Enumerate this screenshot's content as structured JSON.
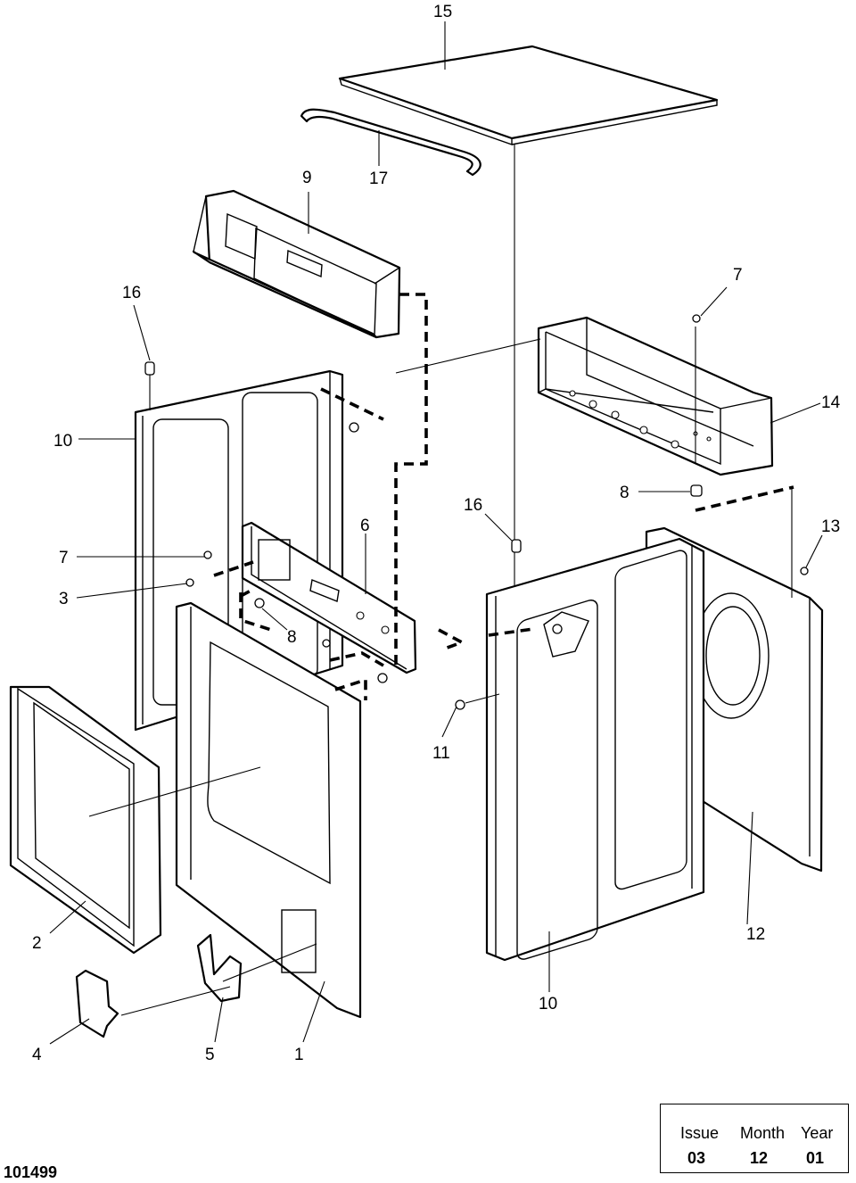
{
  "labels": {
    "l15": "15",
    "l17": "17",
    "l9": "9",
    "l16a": "16",
    "l7a": "7",
    "l14": "14",
    "l10a": "10",
    "l8a": "8",
    "l16b": "16",
    "l6": "6",
    "l13": "13",
    "l7b": "7",
    "l3": "3",
    "l8b": "8",
    "l11": "11",
    "l2": "2",
    "l12": "12",
    "l10b": "10",
    "l4": "4",
    "l5": "5",
    "l1": "1"
  },
  "info": {
    "issue_label": "Issue",
    "month_label": "Month",
    "year_label": "Year",
    "issue": "03",
    "month": "12",
    "year": "01"
  },
  "doc_number": "101499"
}
